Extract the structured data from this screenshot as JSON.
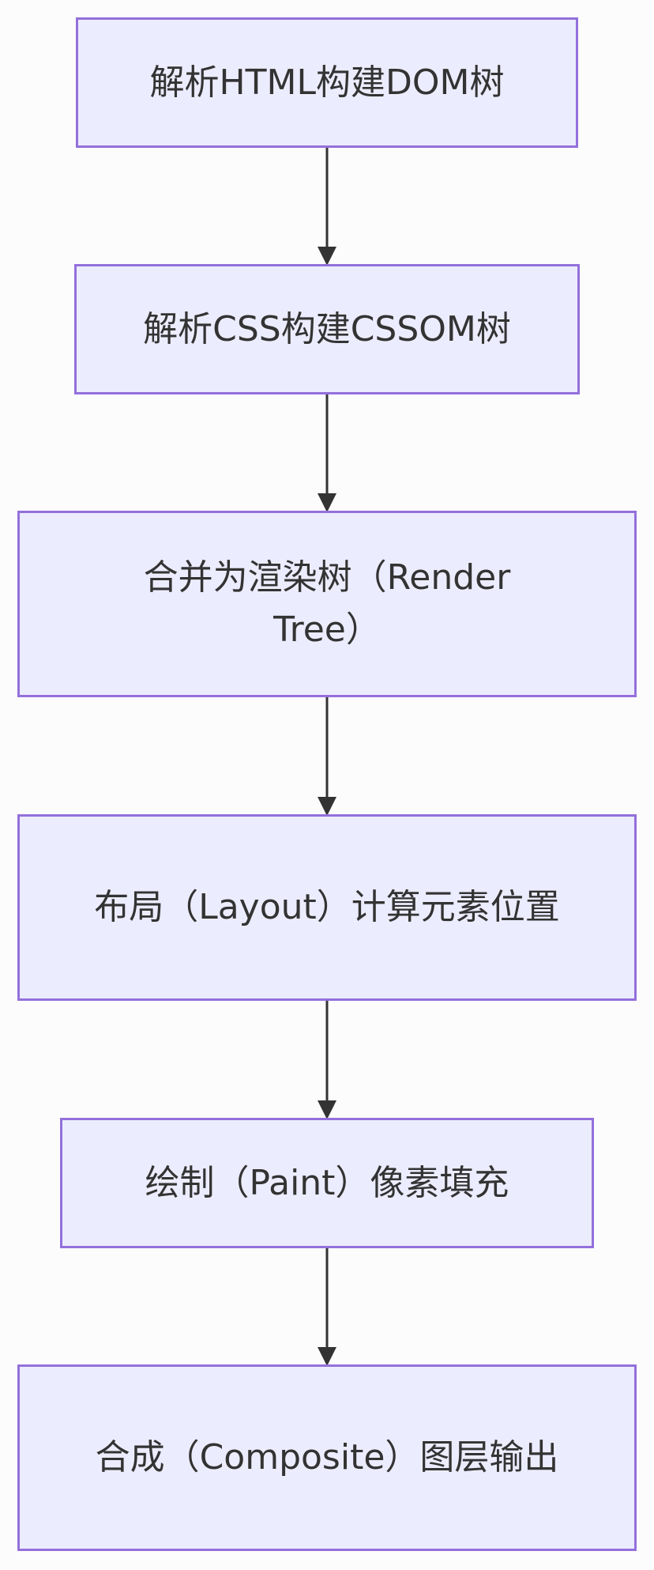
{
  "diagram": {
    "type": "flowchart",
    "direction": "top-to-bottom",
    "colors": {
      "node_fill": "#ececff",
      "node_border": "#9370db",
      "text": "#333333",
      "edge": "#333333"
    },
    "nodes": [
      {
        "id": "n1",
        "label": "解析HTML构建DOM树"
      },
      {
        "id": "n2",
        "label": "解析CSS构建CSSOM树"
      },
      {
        "id": "n3",
        "label": "合并为渲染树（Render Tree）"
      },
      {
        "id": "n4",
        "label": "布局（Layout）计算元素位置"
      },
      {
        "id": "n5",
        "label": "绘制（Paint）像素填充"
      },
      {
        "id": "n6",
        "label": "合成（Composite）图层输出"
      }
    ],
    "edges": [
      {
        "from": "n1",
        "to": "n2"
      },
      {
        "from": "n2",
        "to": "n3"
      },
      {
        "from": "n3",
        "to": "n4"
      },
      {
        "from": "n4",
        "to": "n5"
      },
      {
        "from": "n5",
        "to": "n6"
      }
    ]
  }
}
